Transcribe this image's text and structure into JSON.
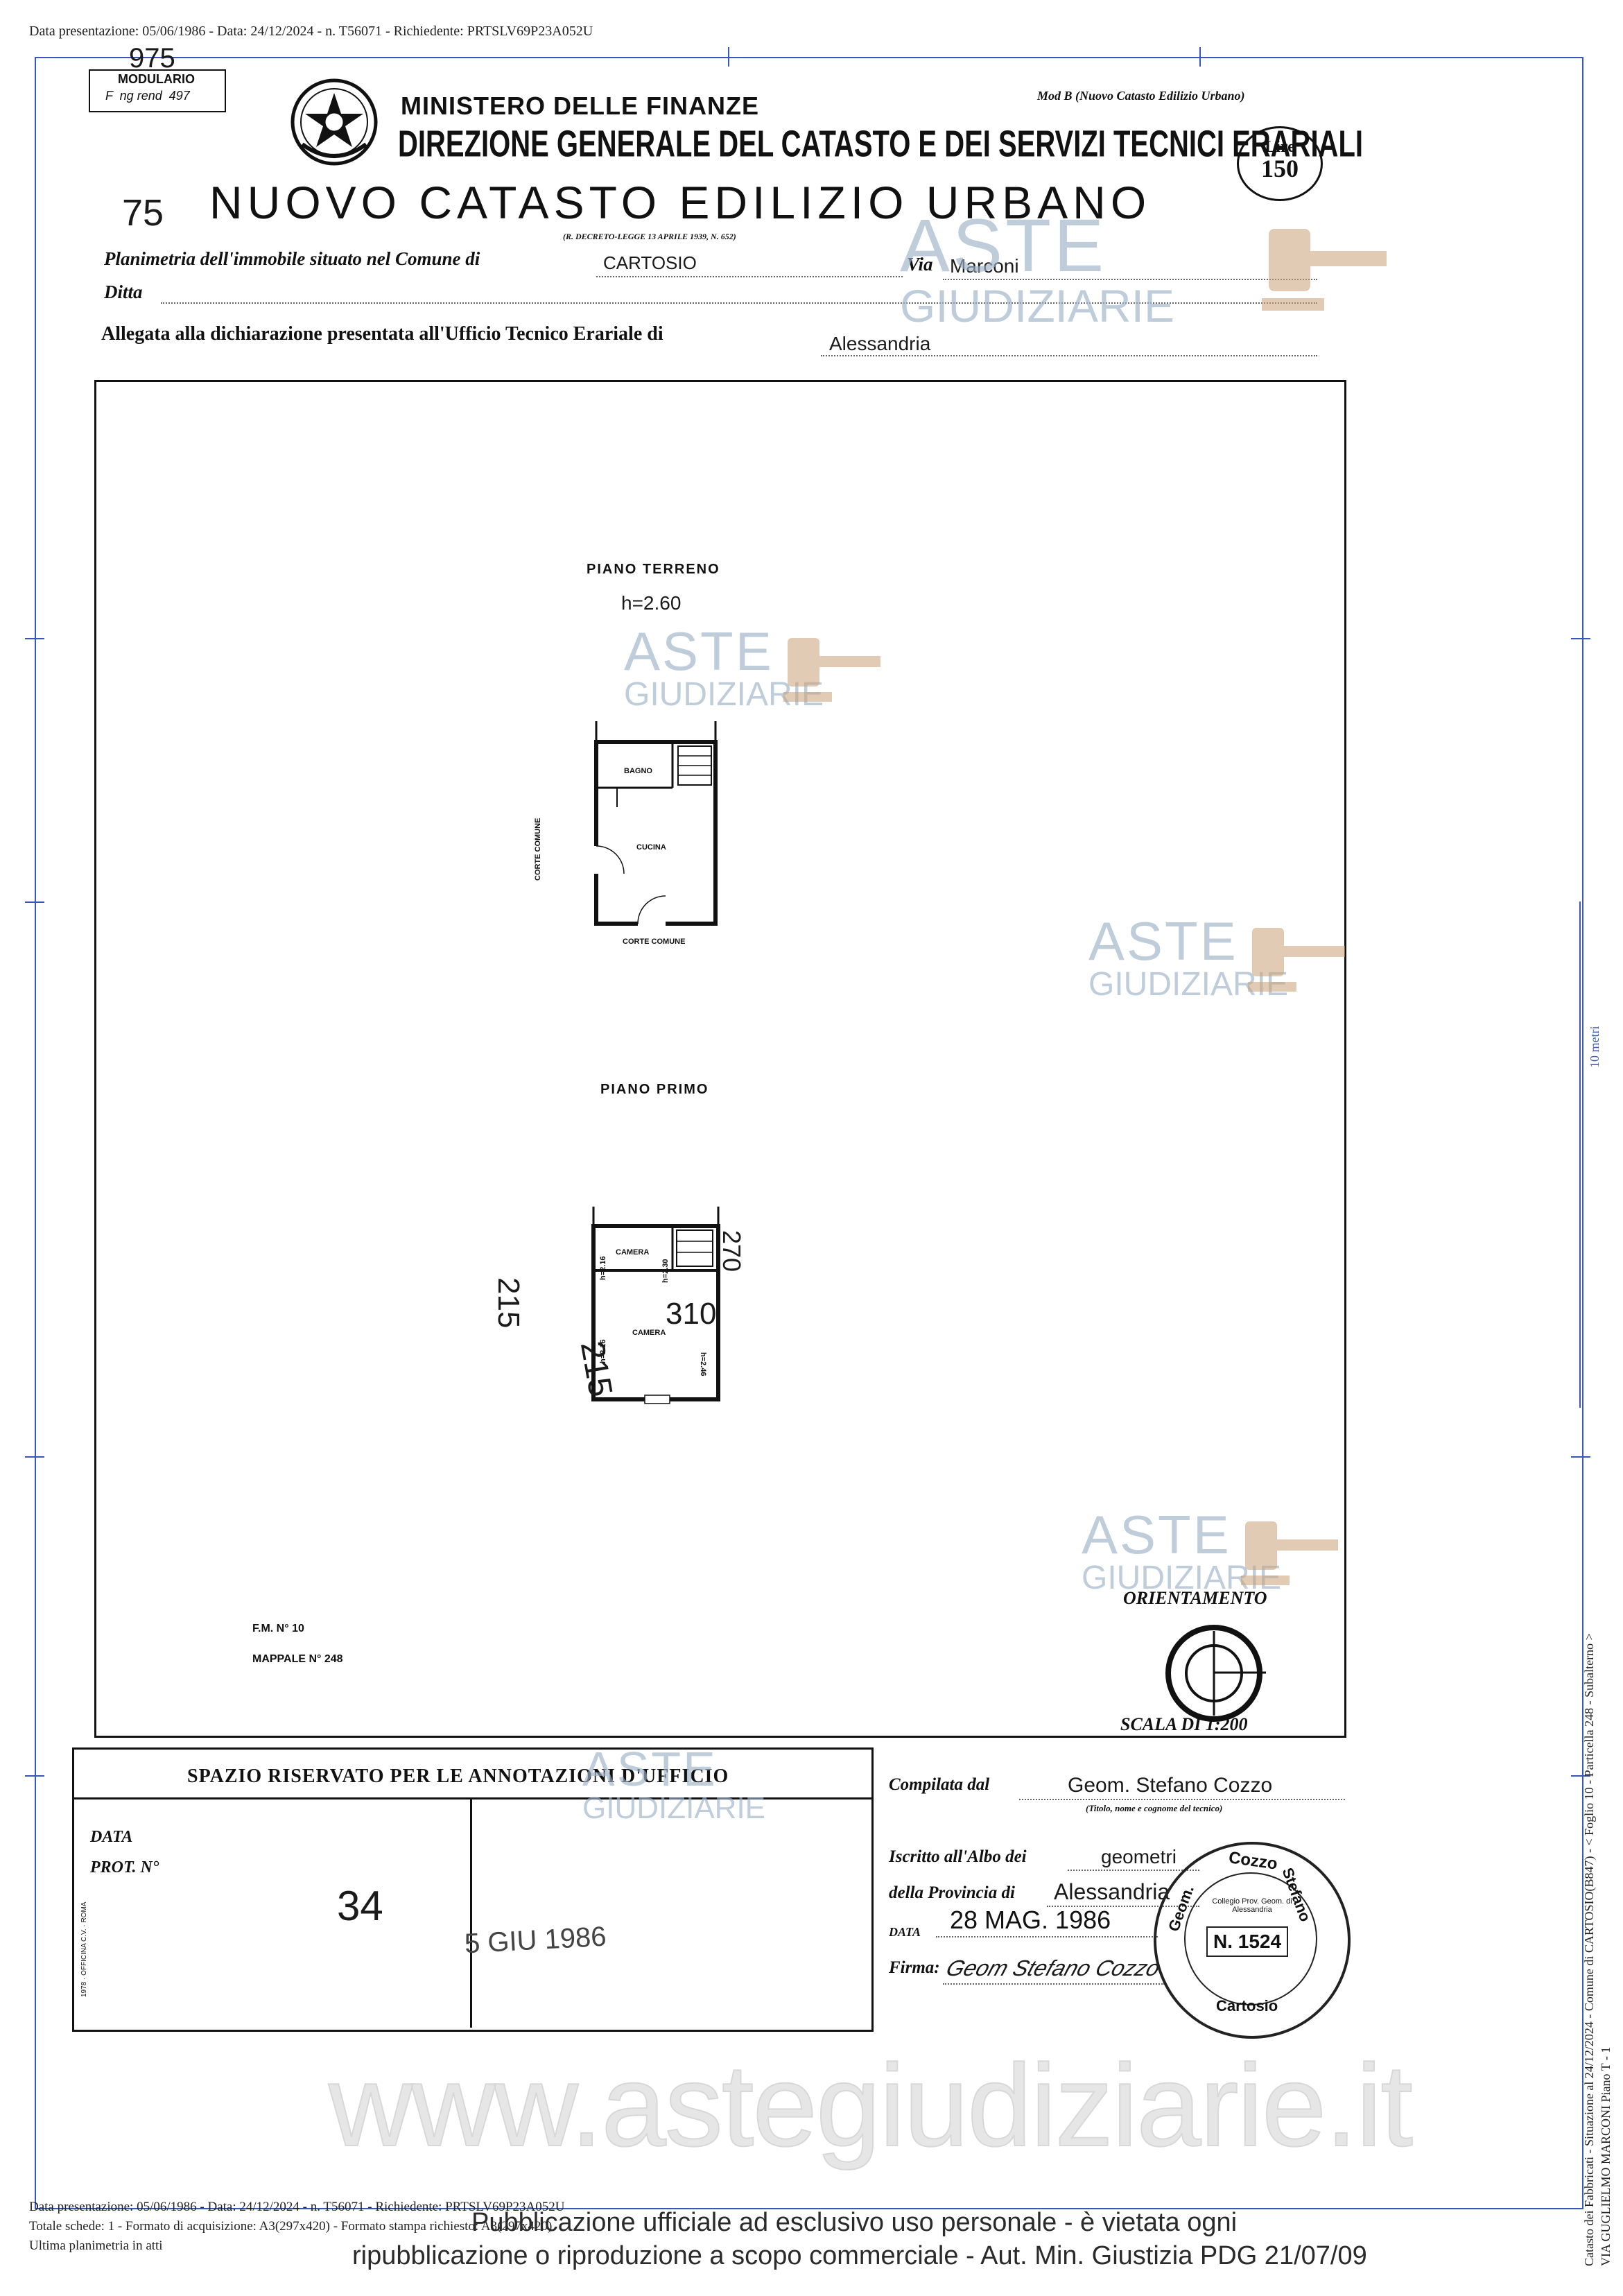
{
  "header": {
    "top_meta": "Data presentazione: 05/06/1986 - Data: 24/12/2024 - n. T56071 - Richiedente: PRTSLV69P23A052U",
    "modulario": {
      "handwritten_number": "975",
      "line1": "MODULARIO",
      "line2": "F  ng rend  497"
    },
    "ministero": "MINISTERO DELLE FINANZE",
    "direzione": "DIREZIONE GENERALE DEL CATASTO E DEI SERVIZI TECNICI ERARIALI",
    "mod": "Mod B (Nuovo Catasto Edilizio Urbano)",
    "lire_label": "Lire",
    "lire_value": "150",
    "handwritten_75": "75",
    "catasto_title": "NUOVO CATASTO EDILIZIO URBANO",
    "decreto": "(R. DECRETO-LEGGE 13 APRILE 1939, N. 652)"
  },
  "form": {
    "planimetria_label": "Planimetria dell'immobile situato nel Comune di",
    "comune_value": "CARTOSIO",
    "via_label": "Via",
    "via_value": "Marconi",
    "ditta_label": "Ditta",
    "allegata_label": "Allegata alla dichiarazione presentata all'Ufficio Tecnico Erariale di",
    "ufficio_value": "Alessandria"
  },
  "plan": {
    "piano_terreno": "PIANO TERRENO",
    "h_terreno": "h=2.60",
    "corte_comune_side": "CORTE COMUNE",
    "bagno": "BAGNO",
    "cucina": "CUCINA",
    "corte_comune_bottom": "CORTE COMUNE",
    "piano_primo": "PIANO PRIMO",
    "camera_1": "CAMERA",
    "camera_2": "CAMERA",
    "h_216_left": "h=2.16",
    "h_230": "h=2.30",
    "h_246_right": "h=2.46",
    "h_216_left2": "h=2.16",
    "hand_215_top": "215",
    "hand_215_mid": "215",
    "hand_310": "310",
    "hand_270": "270",
    "fm": "F.M. N° 10",
    "mappale": "MAPPALE N° 248",
    "orientamento": "ORIENTAMENTO",
    "scala": "SCALA DI 1:200"
  },
  "annotazioni": {
    "title": "SPAZIO RISERVATO PER LE ANNOTAZIONI D'UFFICIO",
    "data_label": "DATA",
    "prot_label": "PROT. N°",
    "prot_hand": "34",
    "stamp_date": "5 GIU 1986",
    "side_print": "1978 · OFFICINA C.V. · ROMA"
  },
  "compilata": {
    "compilata_label": "Compilata dal",
    "compilata_value": "Geom. Stefano Cozzo",
    "titolo_hint": "(Titolo, nome e cognome del tecnico)",
    "iscritto_label": "Iscritto all'Albo dei",
    "iscritto_value": "geometri",
    "provincia_label": "della Provincia di",
    "provincia_value": "Alessandria",
    "data_label": "DATA",
    "data_value": "28 MAG. 1986",
    "firma_label": "Firma:",
    "firma_value": "Geom Stefano Cozzo"
  },
  "stamp": {
    "top": "Cozzo",
    "right": "Stefano",
    "left": "Geom.",
    "inner": "Collegio Prov. Geom. di Alessandria",
    "number": "N. 1524",
    "bottom": "Cartosio"
  },
  "watermark": {
    "aste": "ASTE",
    "giudiziarie": "GIUDIZIARIE",
    "site": "www.astegiudiziarie.it"
  },
  "side": {
    "ten_meters": "10 metri",
    "vertical_line1": "Catasto dei Fabbricati - Situazione al 24/12/2024 - Comune di CARTOSIO(B847) - < Foglio 10 - Particella 248 - Subalterno >",
    "vertical_line2": "VIA GUGLIELMO MARCONI Piano T - 1"
  },
  "footer": {
    "meta1": "Data presentazione: 05/06/1986 - Data: 24/12/2024 - n. T56071 - Richiedente: PRTSLV69P23A052U",
    "meta2": "Totale schede: 1 - Formato di acquisizione: A3(297x420) - Formato stampa richiesto: A3(297x420)",
    "meta3": "Ultima planimetria in atti",
    "pub1": "Pubblicazione ufficiale ad esclusivo uso personale - è vietata ogni",
    "pub2": "ripubblicazione o riproduzione a scopo commerciale - Aut. Min. Giustizia PDG 21/07/09"
  },
  "colors": {
    "frame_blue": "#3b56b8",
    "watermark_blue": "#9db3c9",
    "gavel": "#c9a27a"
  }
}
